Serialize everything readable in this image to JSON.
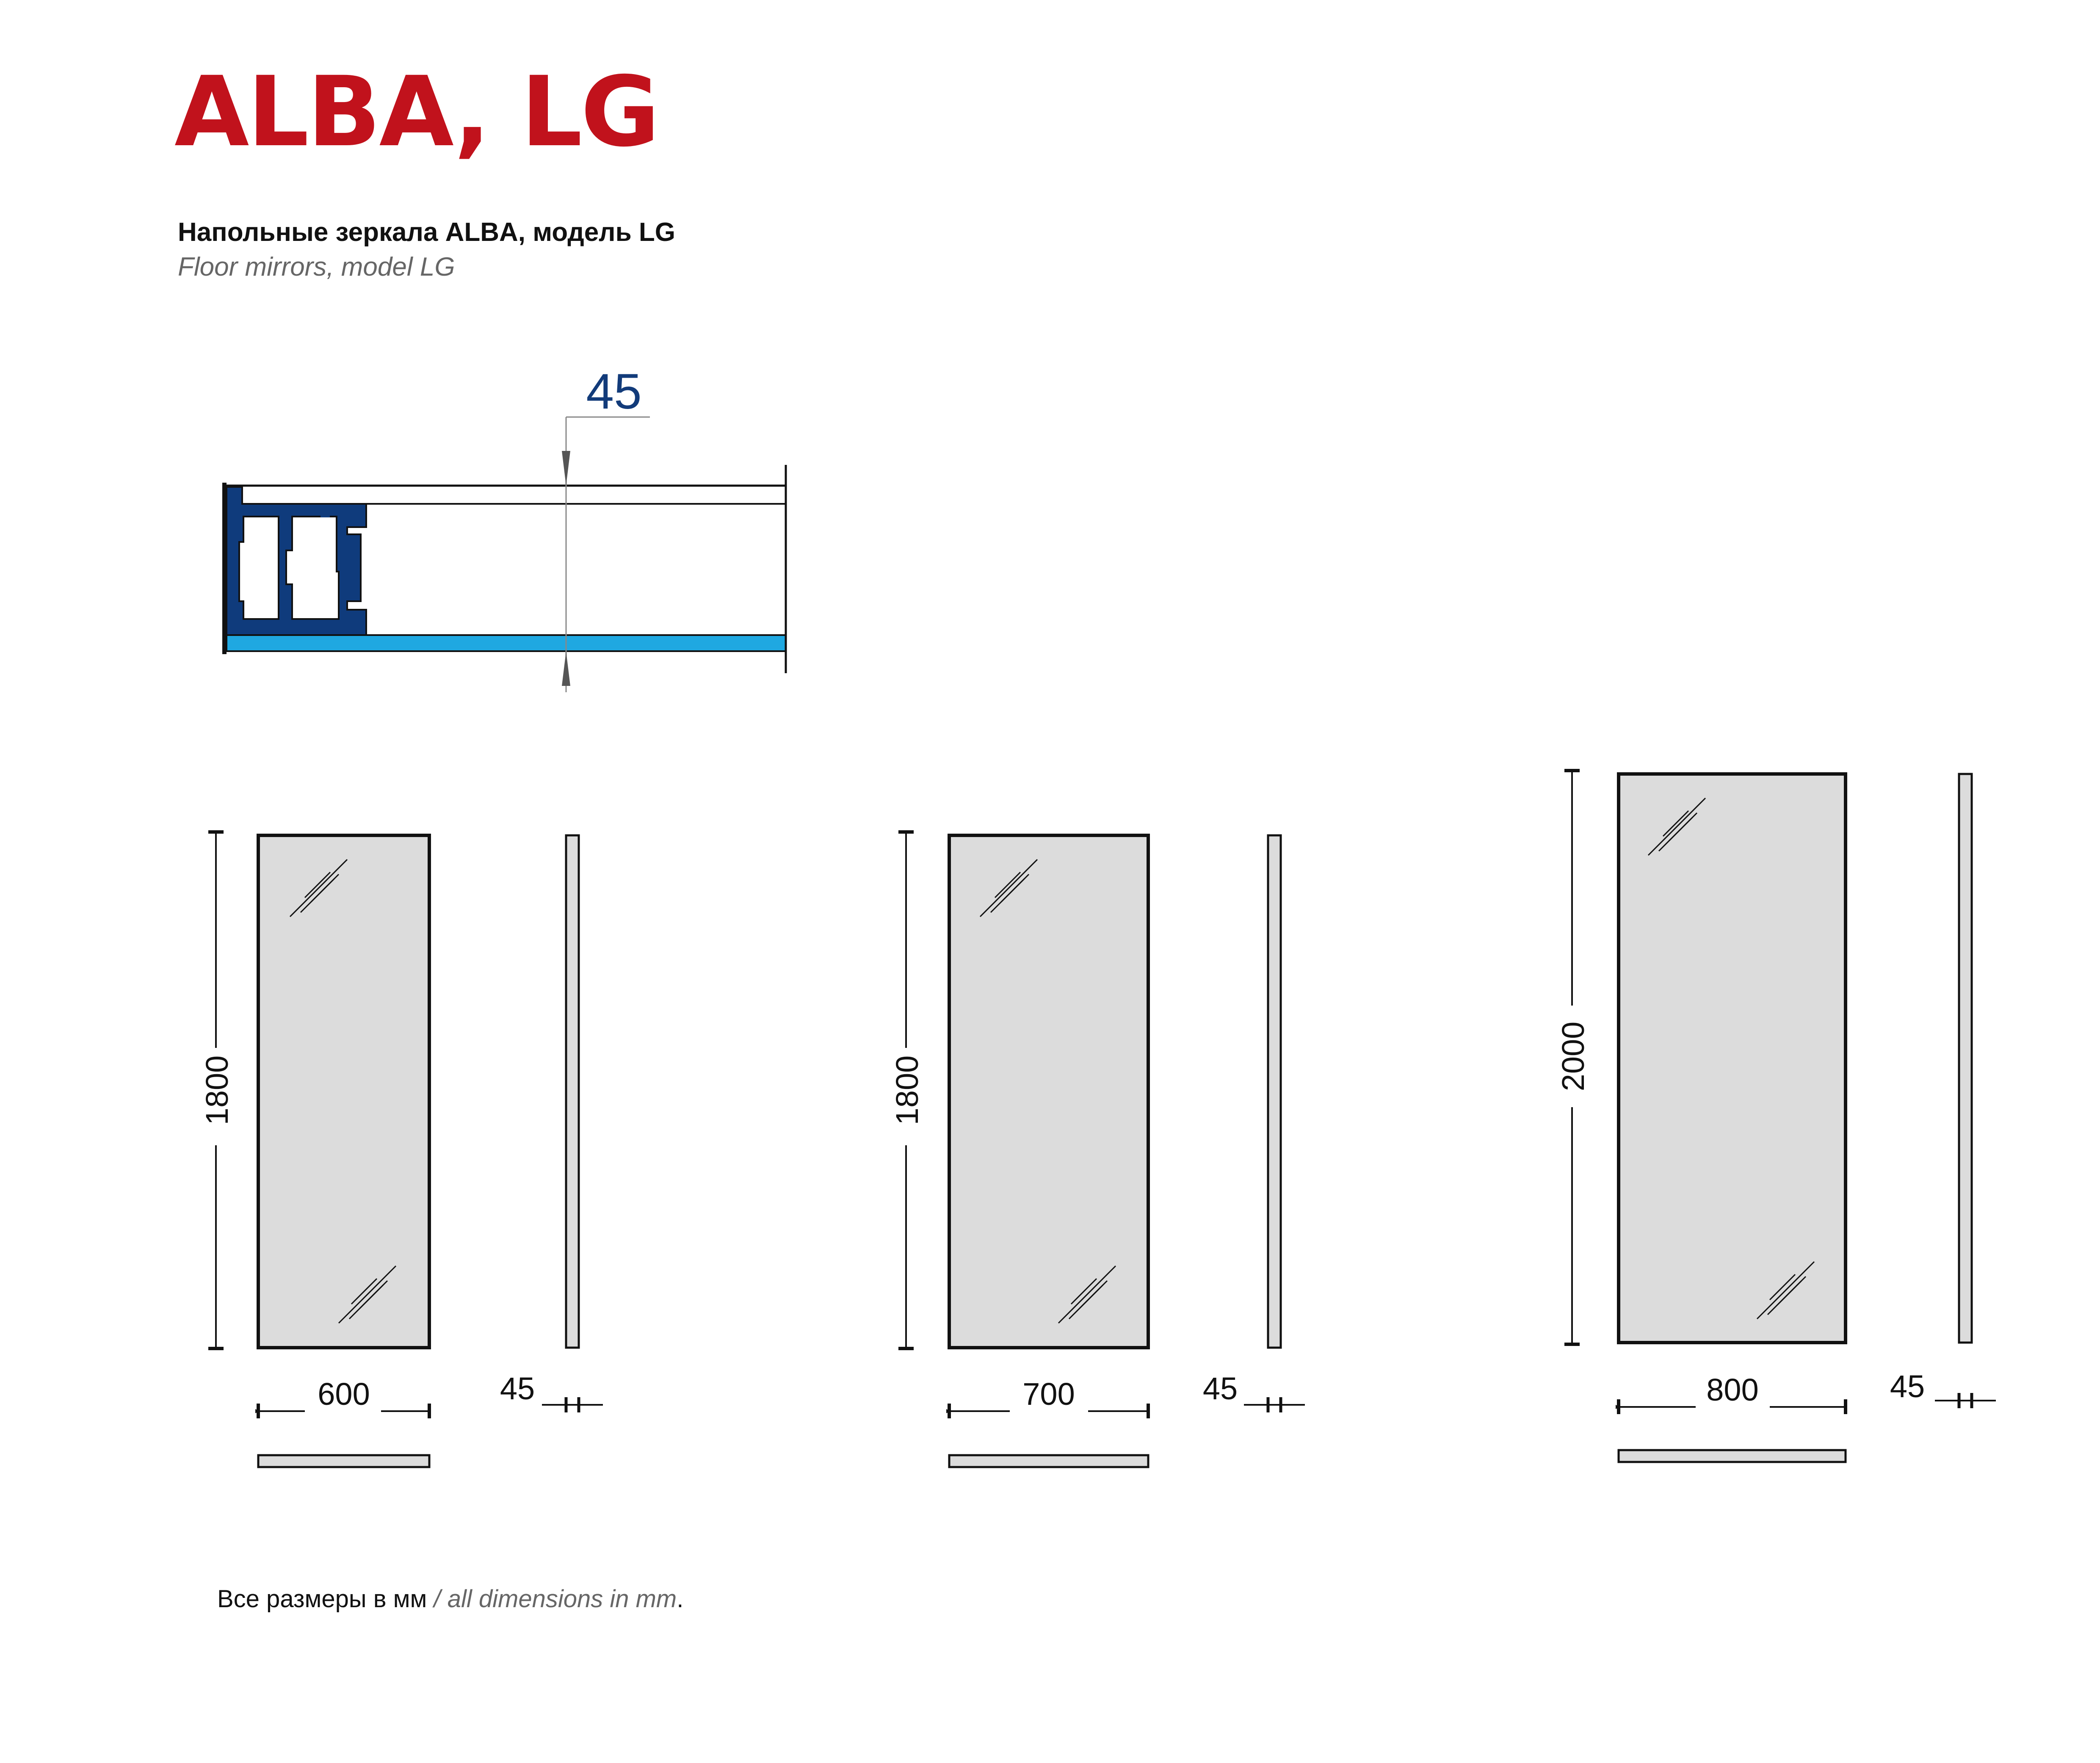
{
  "header": {
    "title": "ALBA, LG",
    "subtitle_ru": "Напольные зеркала ALBA, модель LG",
    "subtitle_en": "Floor mirrors, model LG"
  },
  "profile_section": {
    "thickness_label": "45",
    "colors": {
      "frame_profile": "#0f3b7c",
      "mirror_edge": "#1fa8e1"
    }
  },
  "mirrors": [
    {
      "id": "600x1800",
      "height_label": "1800",
      "width_label": "600",
      "depth_label": "45"
    },
    {
      "id": "700x1800",
      "height_label": "1800",
      "width_label": "700",
      "depth_label": "45"
    },
    {
      "id": "800x2000",
      "height_label": "2000",
      "width_label": "800",
      "depth_label": "45"
    }
  ],
  "footer": {
    "note_ru": "Все размеры в мм",
    "note_sep": " / ",
    "note_en": "all dimensions in mm",
    "note_end": "."
  },
  "colors": {
    "title_red": "#c1121c",
    "mirror_fill": "#dcdcdc",
    "text_gray": "#666666"
  }
}
